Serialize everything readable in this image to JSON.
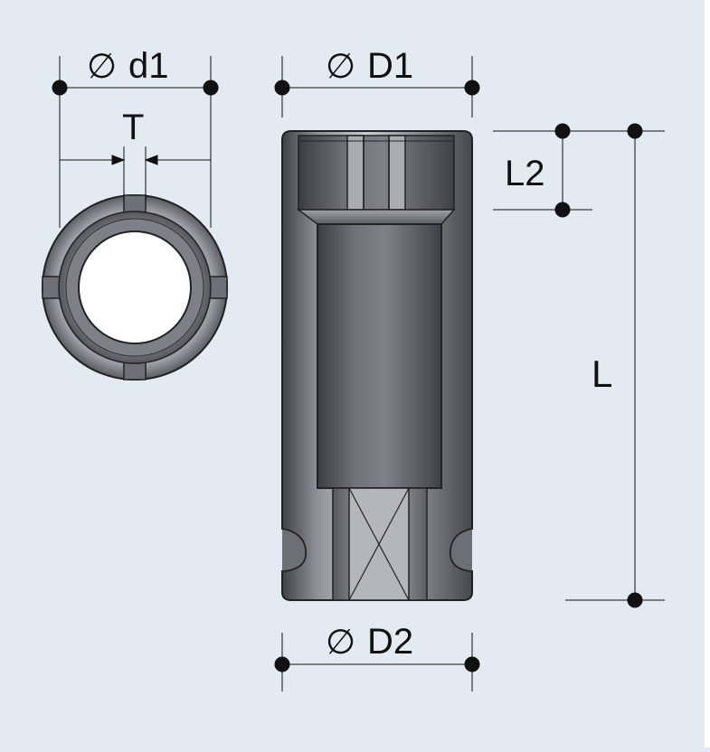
{
  "background_color": "#e3eaf2",
  "line_color": "#111111",
  "metal_dark": "#4f5257",
  "metal_light": "#c9ccd1",
  "labels": {
    "d1": "d1",
    "T": "T",
    "D1": "D1",
    "D2": "D2",
    "L2": "L2",
    "L": "L"
  },
  "diameter_symbol": "∅"
}
